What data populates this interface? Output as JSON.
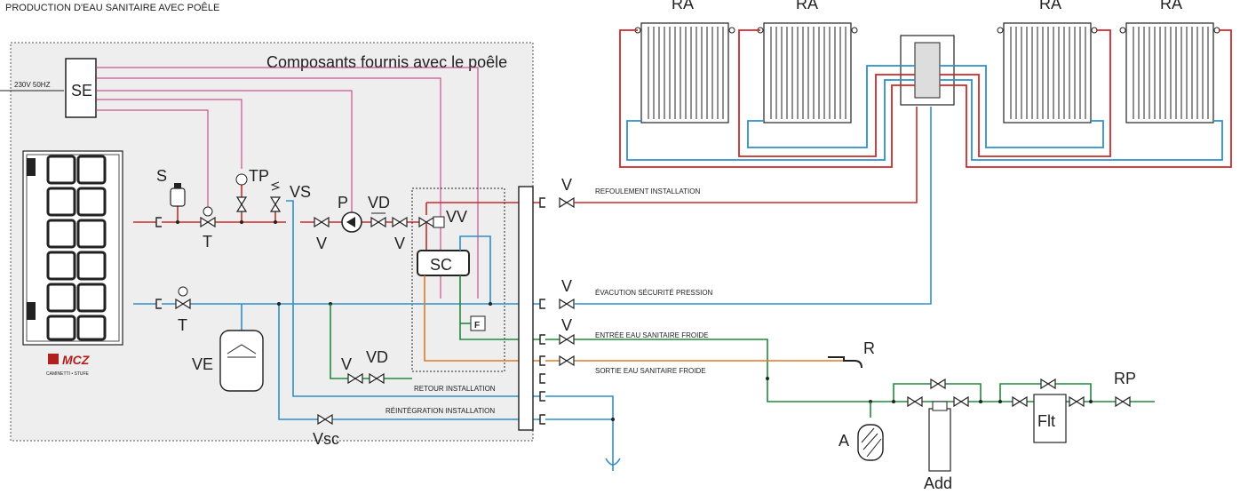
{
  "title": "PRODUCTION D'EAU SANITAIRE AVEC POÊLE",
  "box_title": "Composants fournis avec le poêle",
  "power_label": "230V 50HZ",
  "brand": {
    "name": "MCZ",
    "tagline": "CAMINETTI • STUFE"
  },
  "components": {
    "se": "SE",
    "s": "S",
    "tp": "TP",
    "vs": "VS",
    "p": "P",
    "vd": "VD",
    "vv": "VV",
    "sc": "SC",
    "f": "F",
    "ve": "VE",
    "vsc": "Vsc",
    "r": "R",
    "a": "A",
    "add": "Add",
    "flt": "Flt",
    "rp": "RP",
    "t": "T",
    "v": "V",
    "ra": "RA"
  },
  "lines": {
    "refoulement": "REFOULEMENT INSTALLATION",
    "evacuation": "ÉVACUTION SÉCURITÉ PRESSION",
    "entree": "ENTRÉE EAU SANITAIRE FROIDE",
    "sortie": "SORTIE EAU SANITAIRE FROIDE",
    "retour": "RETOUR INSTALLATION",
    "reintegration": "RÉINTÉGRATION INSTALLATION"
  },
  "colors": {
    "hot": "#cc2a2a",
    "cold": "#2f8fca",
    "sanitary": "#1f8a3a",
    "hot_sanitary": "#e07a2a",
    "control": "#c4307a",
    "box": "#eeeeee"
  }
}
